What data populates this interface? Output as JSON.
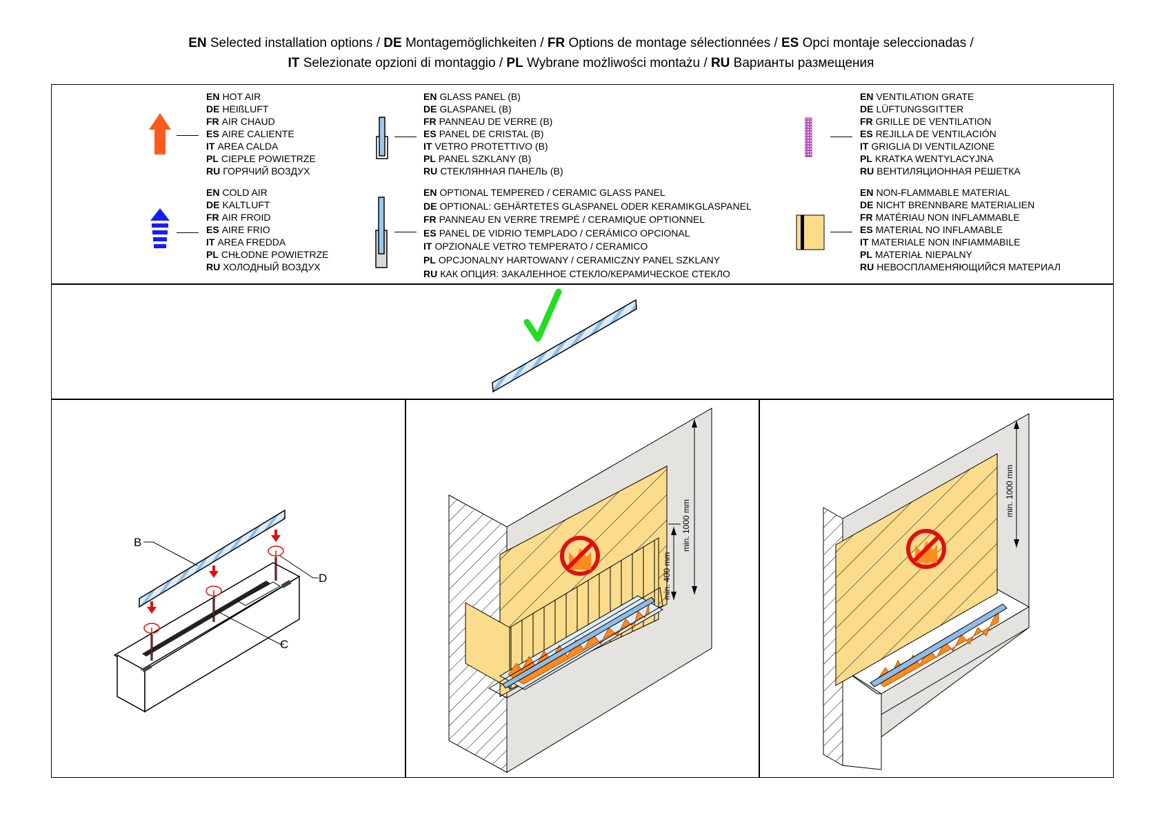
{
  "title": {
    "line1": [
      {
        "code": "EN",
        "text": "Selected installation options /"
      },
      {
        "code": "DE",
        "text": "Montagemöglichkeiten /"
      },
      {
        "code": "FR",
        "text": "Options de montage sélectionnées /"
      },
      {
        "code": "ES",
        "text": "Opci montaje seleccionadas /"
      }
    ],
    "line2": [
      {
        "code": "IT",
        "text": "Selezionate opzioni di montaggio /"
      },
      {
        "code": "PL",
        "text": "Wybrane możliwości montażu /"
      },
      {
        "code": "RU",
        "text": "Варианты размещения"
      }
    ]
  },
  "legend": {
    "hot_air": [
      {
        "code": "EN",
        "text": "HOT AIR"
      },
      {
        "code": "DE",
        "text": "HEIßLUFT"
      },
      {
        "code": "FR",
        "text": "AIR CHAUD"
      },
      {
        "code": "ES",
        "text": "AIRE CALIENTE"
      },
      {
        "code": "IT",
        "text": "AREA CALDA"
      },
      {
        "code": "PL",
        "text": "CIEPŁE POWIETRZE"
      },
      {
        "code": "RU",
        "text": "ГОРЯЧИЙ ВОЗДУХ"
      }
    ],
    "cold_air": [
      {
        "code": "EN",
        "text": "COLD AIR"
      },
      {
        "code": "DE",
        "text": "KALTLUFT"
      },
      {
        "code": "FR",
        "text": "AIR FROID"
      },
      {
        "code": "ES",
        "text": "AIRE FRIO"
      },
      {
        "code": "IT",
        "text": "AREA FREDDA"
      },
      {
        "code": "PL",
        "text": "CHŁODNE POWIETRZE"
      },
      {
        "code": "RU",
        "text": "ХОЛОДНЫЙ ВОЗДУХ"
      }
    ],
    "glass_panel": [
      {
        "code": "EN",
        "text": "GLASS PANEL (B)"
      },
      {
        "code": "DE",
        "text": "GLASPANEL (B)"
      },
      {
        "code": "FR",
        "text": "PANNEAU DE VERRE (B)"
      },
      {
        "code": "ES",
        "text": "PANEL DE CRISTAL (B)"
      },
      {
        "code": "IT",
        "text": "VETRO PROTETTIVO (B)"
      },
      {
        "code": "PL",
        "text": "PANEL SZKLANY (B)"
      },
      {
        "code": "RU",
        "text": "СТЕКЛЯННАЯ ПАНЕЛЬ (B)"
      }
    ],
    "optional_glass": [
      {
        "code": "EN",
        "text": "OPTIONAL TEMPERED / CERAMIC GLASS PANEL"
      },
      {
        "code": "DE",
        "text": "OPTIONAL: GEHÄRTETES GLASPANEL ODER KERAMIKGLASPANEL"
      },
      {
        "code": "FR",
        "text": "PANNEAU EN VERRE TREMPÉ / CERAMIQUE OPTIONNEL"
      },
      {
        "code": "ES",
        "text": "PANEL DE VIDRIO TEMPLADO / CERÁMICO OPCIONAL"
      },
      {
        "code": "IT",
        "text": "OPZIONALE VETRO TEMPERATO / CERAMICO"
      },
      {
        "code": "PL",
        "text": "OPCJONALNY HARTOWANY / CERAMICZNY PANEL SZKLANY"
      },
      {
        "code": "RU",
        "text": "КАК ОПЦИЯ: ЗАКАЛЕННОЕ СТЕКЛО/КЕРАМИЧЕСКОЕ СТЕКЛО"
      }
    ],
    "ventilation_grate": [
      {
        "code": "EN",
        "text": "VENTILATION GRATE"
      },
      {
        "code": "DE",
        "text": "LÜFTUNGSGITTER"
      },
      {
        "code": "FR",
        "text": "GRILLE DE VENTILATION"
      },
      {
        "code": "ES",
        "text": "REJILLA DE VENTILACIÓN"
      },
      {
        "code": "IT",
        "text": "GRIGLIA DI VENTILAZIONE"
      },
      {
        "code": "PL",
        "text": "KRATKA WENTYLACYJNA"
      },
      {
        "code": "RU",
        "text": "ВЕНТИЛЯЦИОННАЯ РЕШЕТКА"
      }
    ],
    "non_flammable": [
      {
        "code": "EN",
        "text": "NON-FLAMMABLE MATERIAL"
      },
      {
        "code": "DE",
        "text": "NICHT BRENNBARE MATERIALIEN"
      },
      {
        "code": "FR",
        "text": "MATÉRIAU NON INFLAMMABLE"
      },
      {
        "code": "ES",
        "text": "MATERIAL NO INFLAMABLE"
      },
      {
        "code": "IT",
        "text": "MATERIALE NON INFIAMMABILE"
      },
      {
        "code": "PL",
        "text": "MATERIAŁ NIEPALNY"
      },
      {
        "code": "RU",
        "text": "НЕВОСПЛАМЕНЯЮЩИЙСЯ МАТЕРИАЛ"
      }
    ]
  },
  "diagram": {
    "label_b": "B",
    "label_c": "C",
    "label_d": "D",
    "dim_1000_a": "min. 1000 mm",
    "dim_400": "min. 400 mm",
    "dim_1000_b": "min. 1000 mm"
  },
  "colors": {
    "hot_air": "#ff5a1e",
    "cold_air": "#1a1aff",
    "glass": "#9cc8ec",
    "grate": "#c050c0",
    "non_flammable": "#fbdc8c",
    "check": "#22dd22",
    "prohibit": "#e01010",
    "wall": "#e4e3df"
  }
}
